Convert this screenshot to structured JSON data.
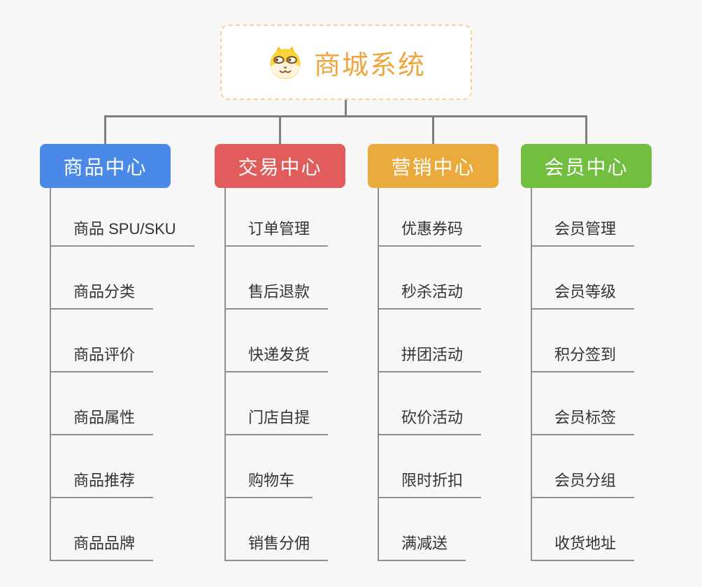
{
  "root": {
    "title": "商城系统",
    "icon": "dog-face-icon",
    "title_color": "#f0a63e",
    "border_color": "#f6d392"
  },
  "connector_color": "#7f7f7f",
  "branches": [
    {
      "label": "商品中心",
      "color": "#4a89e8",
      "items": [
        "商品 SPU/SKU",
        "商品分类",
        "商品评价",
        "商品属性",
        "商品推荐",
        "商品品牌"
      ]
    },
    {
      "label": "交易中心",
      "color": "#e25c5c",
      "items": [
        "订单管理",
        "售后退款",
        "快递发货",
        "门店自提",
        "购物车",
        "销售分佣"
      ]
    },
    {
      "label": "营销中心",
      "color": "#eaaa3c",
      "items": [
        "优惠券码",
        "秒杀活动",
        "拼团活动",
        "砍价活动",
        "限时折扣",
        "满减送"
      ]
    },
    {
      "label": "会员中心",
      "color": "#72bf3f",
      "items": [
        "会员管理",
        "会员等级",
        "积分签到",
        "会员标签",
        "会员分组",
        "收货地址"
      ]
    }
  ]
}
